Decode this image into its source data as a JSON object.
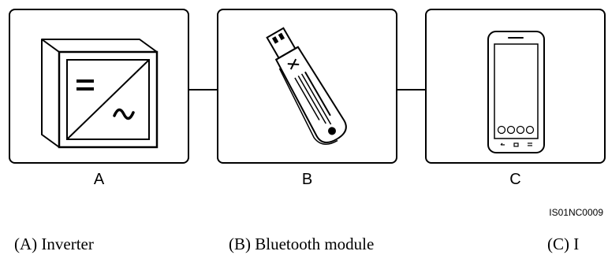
{
  "figure": {
    "labels": {
      "a": "A",
      "b": "B",
      "c": "C"
    },
    "figure_id": "IS01NC0009"
  },
  "captions": {
    "a": "(A) Inverter",
    "b": "(B) Bluetooth module",
    "c": "(C) I"
  },
  "icons": {
    "a": "inverter-icon",
    "b": "bluetooth-usb-module-icon",
    "c": "smartphone-icon"
  }
}
